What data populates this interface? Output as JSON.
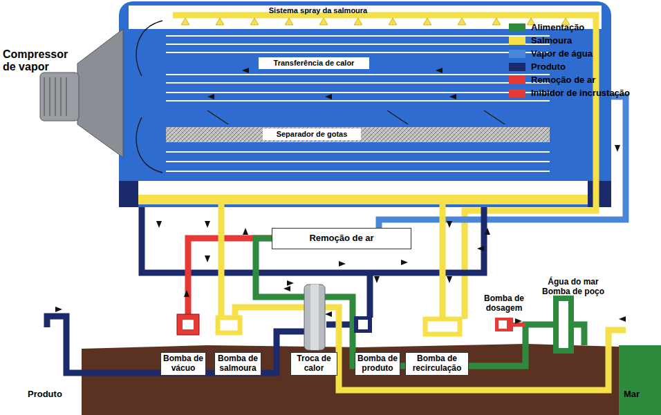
{
  "diagram": {
    "nodes": [
      {
        "text": [
          "Transferência de calor"
        ]
      },
      {
        "text": [
          "Separador de gotas"
        ]
      },
      {
        "text": [
          "Remoção de ar"
        ]
      },
      {
        "text": [
          "Bomba de vácuo"
        ]
      },
      {
        "text": [
          "Bomba de salmoura"
        ]
      },
      {
        "text": [
          "Troca de calor"
        ]
      },
      {
        "text": [
          "Bomba de produto"
        ]
      },
      {
        "text": [
          "Bomba de recirculação"
        ]
      }
    ],
    "labels": [
      "Compressor de vapor",
      "Sistema spray da salmoura",
      "Bomba de dosagem",
      "Água do mar Bomba de poço",
      "Produto",
      "Mar"
    ],
    "legend": [
      {
        "text": "Alimentação",
        "color": "#2e8b3e"
      },
      {
        "text": "Salmoura",
        "color": "#f5e04a"
      },
      {
        "text": "Vapor de água",
        "color": "#4a86d8"
      },
      {
        "text": "Produto",
        "color": "#1b2a6b"
      },
      {
        "text": "Remoção de ar",
        "color": "#e53935"
      },
      {
        "text": "Inibidor de incrustação",
        "color": "#e53935"
      }
    ]
  }
}
